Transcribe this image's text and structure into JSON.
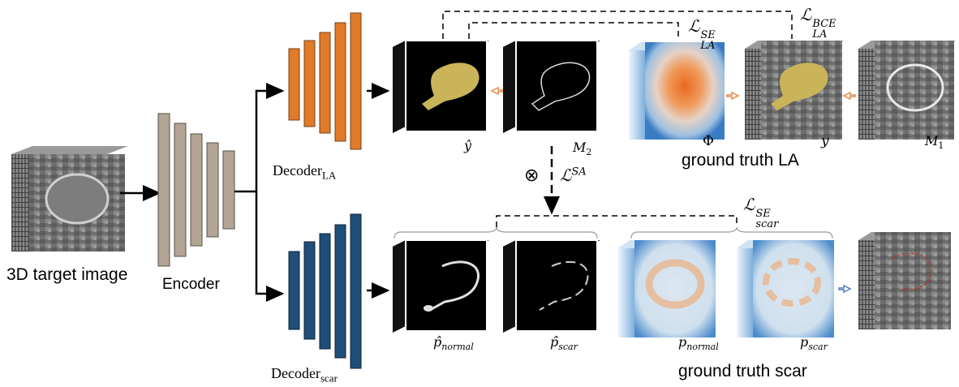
{
  "labels": {
    "target": "3D target image",
    "encoder": "Encoder",
    "decoder_la": {
      "base": "Decoder",
      "sub": "LA"
    },
    "decoder_scar": {
      "base": "Decoder",
      "sub": "scar"
    },
    "gt_la": "ground truth LA",
    "gt_scar": "ground truth scar"
  },
  "symbols": {
    "y_hat": "ŷ",
    "m2": {
      "base": "M",
      "sub": "2"
    },
    "phi": "Φ",
    "y": "y",
    "m1": {
      "base": "M",
      "sub": "1"
    },
    "p_hat_normal": {
      "base": "p̂",
      "sub": "normal"
    },
    "p_hat_scar": {
      "base": "p̂",
      "sub": "scar"
    },
    "p_normal": {
      "base": "p",
      "sub": "normal"
    },
    "p_scar": {
      "base": "p",
      "sub": "scar"
    },
    "otimes": "⊗"
  },
  "losses": {
    "se_la": {
      "base": "ℒ",
      "sup": "SE",
      "sub": "LA"
    },
    "bce_la": {
      "base": "ℒ",
      "sup": "BCE",
      "sub": "LA"
    },
    "sa": {
      "base": "ℒ",
      "sup": "SA"
    },
    "se_scar": {
      "base": "ℒ",
      "sup": "SE",
      "sub": "scar"
    }
  },
  "colors": {
    "encoder": "#b2a595",
    "decoder_la": "#e07b2a",
    "decoder_scar": "#1f4e79",
    "la_mask": "#c9b45a",
    "heat_orange": "#e8691f",
    "heat_blue": "#3a7cc4",
    "orange_arrow": "#e8894a",
    "blue_arrow": "#5b7fb8"
  }
}
